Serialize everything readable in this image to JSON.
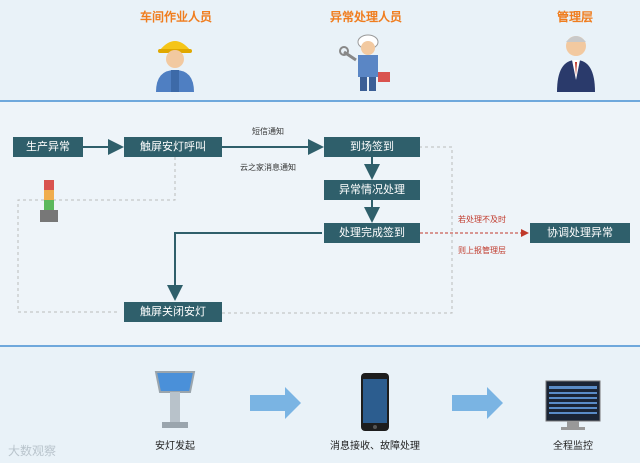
{
  "roles": {
    "workshop": "车间作业人员",
    "handler": "异常处理人员",
    "management": "管理层"
  },
  "flow": {
    "production_exception": "生产异常",
    "touch_andon_call": "触屏安灯呼叫",
    "arrive_sign_in": "到场签到",
    "exception_handling": "异常情况处理",
    "handling_complete_sign": "处理完成签到",
    "touch_close_andon": "触屏关闭安灯",
    "coordinate_exception": "协调处理异常",
    "sms_notice": "短信通知",
    "cloud_notice": "云之家消息通知",
    "if_not_timely": "若处理不及时",
    "report_management": "则上报管理层"
  },
  "bottom": {
    "andon_launch": "安灯发起",
    "msg_receive": "消息接收、故障处理",
    "full_monitor": "全程监控",
    "watermark": "大数观察"
  },
  "colors": {
    "box": "#2f5f6b",
    "role_title": "#f07d1e",
    "divider": "#6fa8dc",
    "escalation": "#c0392b"
  }
}
